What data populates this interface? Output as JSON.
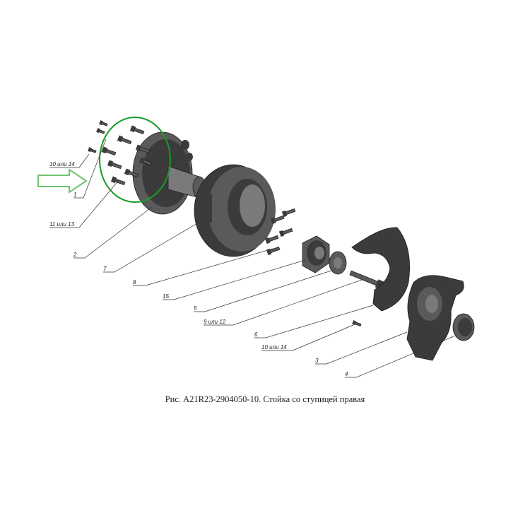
{
  "caption": "Рис. A21R23-2904050-10. Стойка со ступицей правая",
  "labels": {
    "l10_14_top": "10 или 14",
    "l1": "1",
    "l11_13": "11 или 13",
    "l2": "2",
    "l7": "7",
    "l8": "8",
    "l15": "15",
    "l5": "5",
    "l9_12": "9 или 12",
    "l6": "6",
    "l10_14_bottom": "10 или 14",
    "l3": "3",
    "l4": "4"
  },
  "colors": {
    "highlight_circle": "#1a9a2a",
    "arrow": "#6ec46e"
  }
}
